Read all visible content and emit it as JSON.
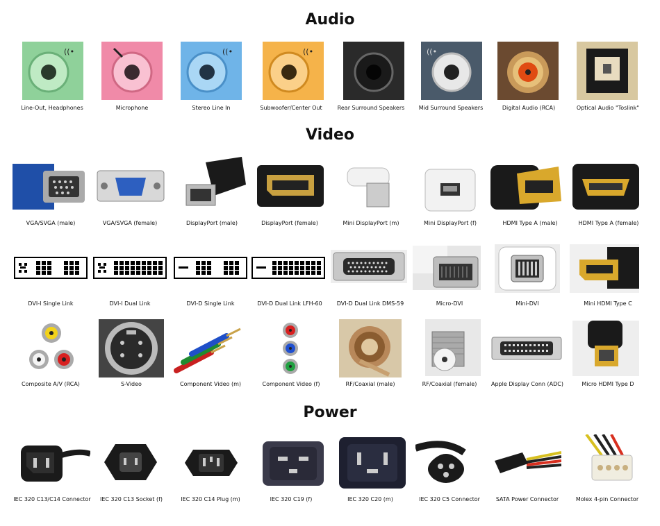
{
  "sections": {
    "audio": "Audio",
    "video": "Video",
    "power": "Power"
  },
  "audio": [
    "Line-Out, Headphones",
    "Microphone",
    "Stereo Line In",
    "Subwoofer/Center Out",
    "Rear Surround Speakers",
    "Mid Surround Speakers",
    "Digital Audio (RCA)",
    "Optical Audio \"Toslink\""
  ],
  "video_row1": [
    "VGA/SVGA (male)",
    "VGA/SVGA (female)",
    "DisplayPort (male)",
    "DisplayPort (female)",
    "Mini DisplayPort (m)",
    "Mini DisplayPort (f)",
    "HDMI Type A (male)",
    "HDMI Type A (female)"
  ],
  "video_row2": [
    "DVI-I Single Link",
    "DVI-I Dual Link",
    "DVI-D Single Link",
    "DVI-D Dual Link LFH-60",
    "DVI-D Dual Link DMS-59",
    "Micro-DVI",
    "Mini-DVI",
    "Mini HDMI Type C"
  ],
  "video_row3": [
    "Composite A/V (RCA)",
    "S-Video",
    "Component Video (m)",
    "Component Video (f)",
    "RF/Coaxial (male)",
    "RF/Coaxial (female)",
    "Apple Display Conn (ADC)",
    "Micro HDMI Type D"
  ],
  "power": [
    "IEC 320 C13/C14 Connector",
    "IEC 320 C13 Socket (f)",
    "IEC 320 C14 Plug (m)",
    "IEC 320 C19 (f)",
    "IEC 320 C20 (m)",
    "IEC 320 C5 Connector",
    "SATA Power Connector",
    "Molex 4-pin Connector"
  ],
  "colors": {
    "line_out": "#8fd19a",
    "microphone": "#f08aa8",
    "stereo_in": "#6fb4e8",
    "subwoofer": "#f5b34a",
    "rear": "#2a2a2a",
    "mid": "#4a5a6a",
    "digital_rca": "#c4501c",
    "vga_blue": "#1f4fa8"
  }
}
